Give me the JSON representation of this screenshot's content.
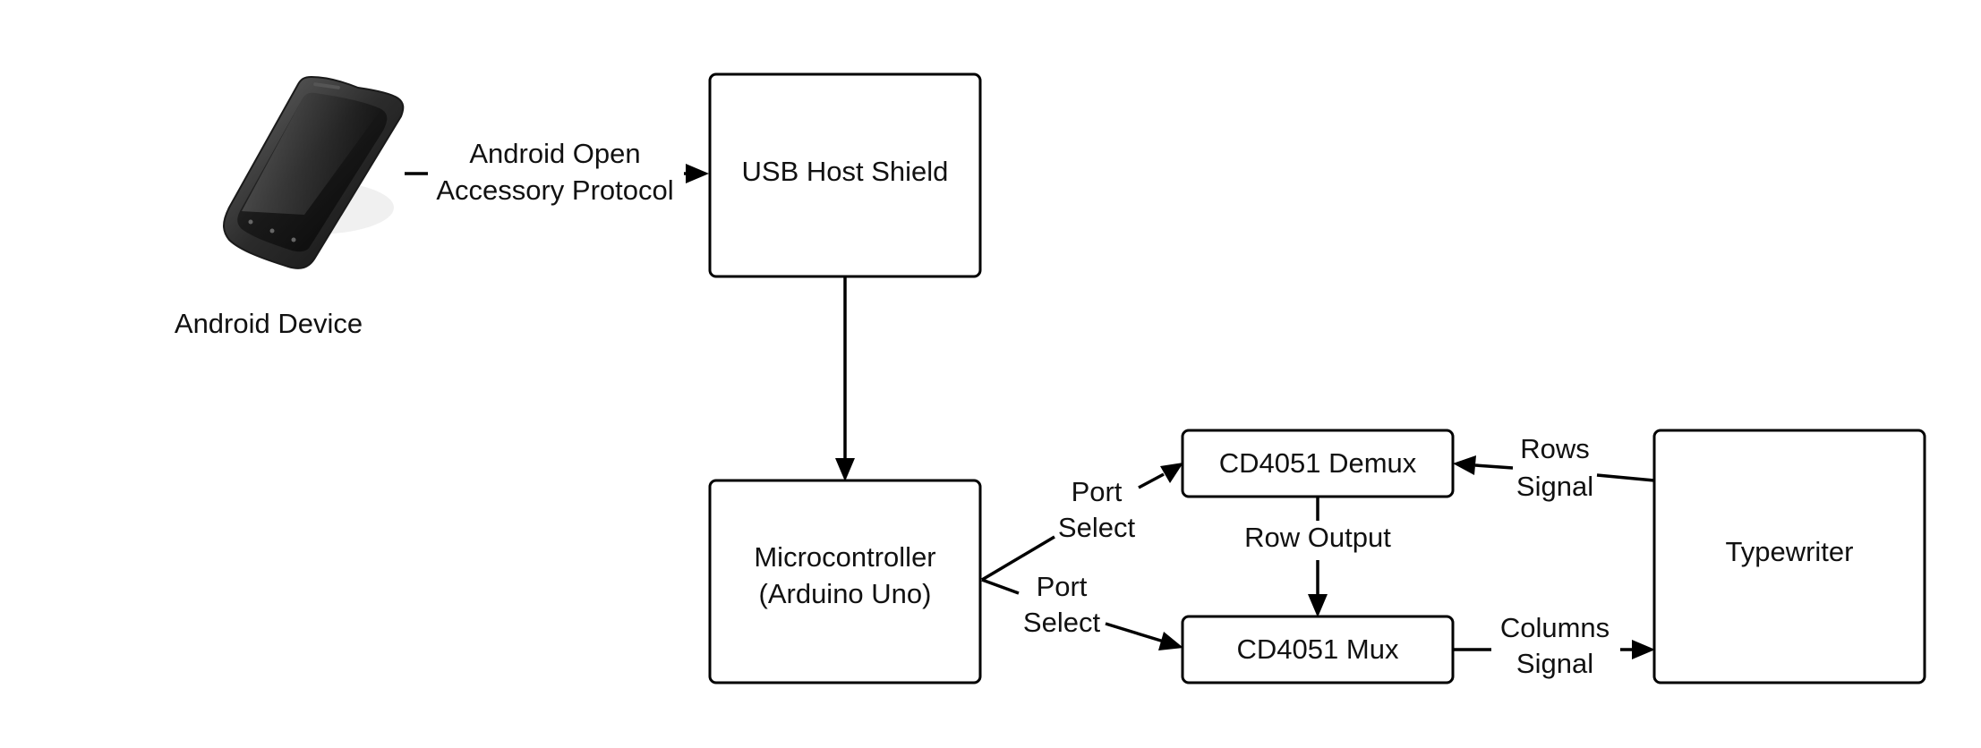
{
  "diagram": {
    "nodes": {
      "phone": {
        "label": "Android Device",
        "icon": "smartphone-icon"
      },
      "usb": {
        "label": "USB Host Shield"
      },
      "mcu": {
        "label_line1": "Microcontroller",
        "label_line2": "(Arduino Uno)"
      },
      "demux": {
        "label": "CD4051 Demux"
      },
      "mux": {
        "label": "CD4051 Mux"
      },
      "typewriter": {
        "label": "Typewriter"
      }
    },
    "edges": {
      "aoap": {
        "line1": "Android Open",
        "line2": "Accessory Protocol"
      },
      "port_select_top": {
        "line1": "Port",
        "line2": "Select"
      },
      "port_select_bottom": {
        "line1": "Port",
        "line2": "Select"
      },
      "row_output": {
        "label": "Row Output"
      },
      "rows_signal": {
        "line1": "Rows",
        "line2": "Signal"
      },
      "columns_signal": {
        "line1": "Columns",
        "line2": "Signal"
      }
    }
  }
}
